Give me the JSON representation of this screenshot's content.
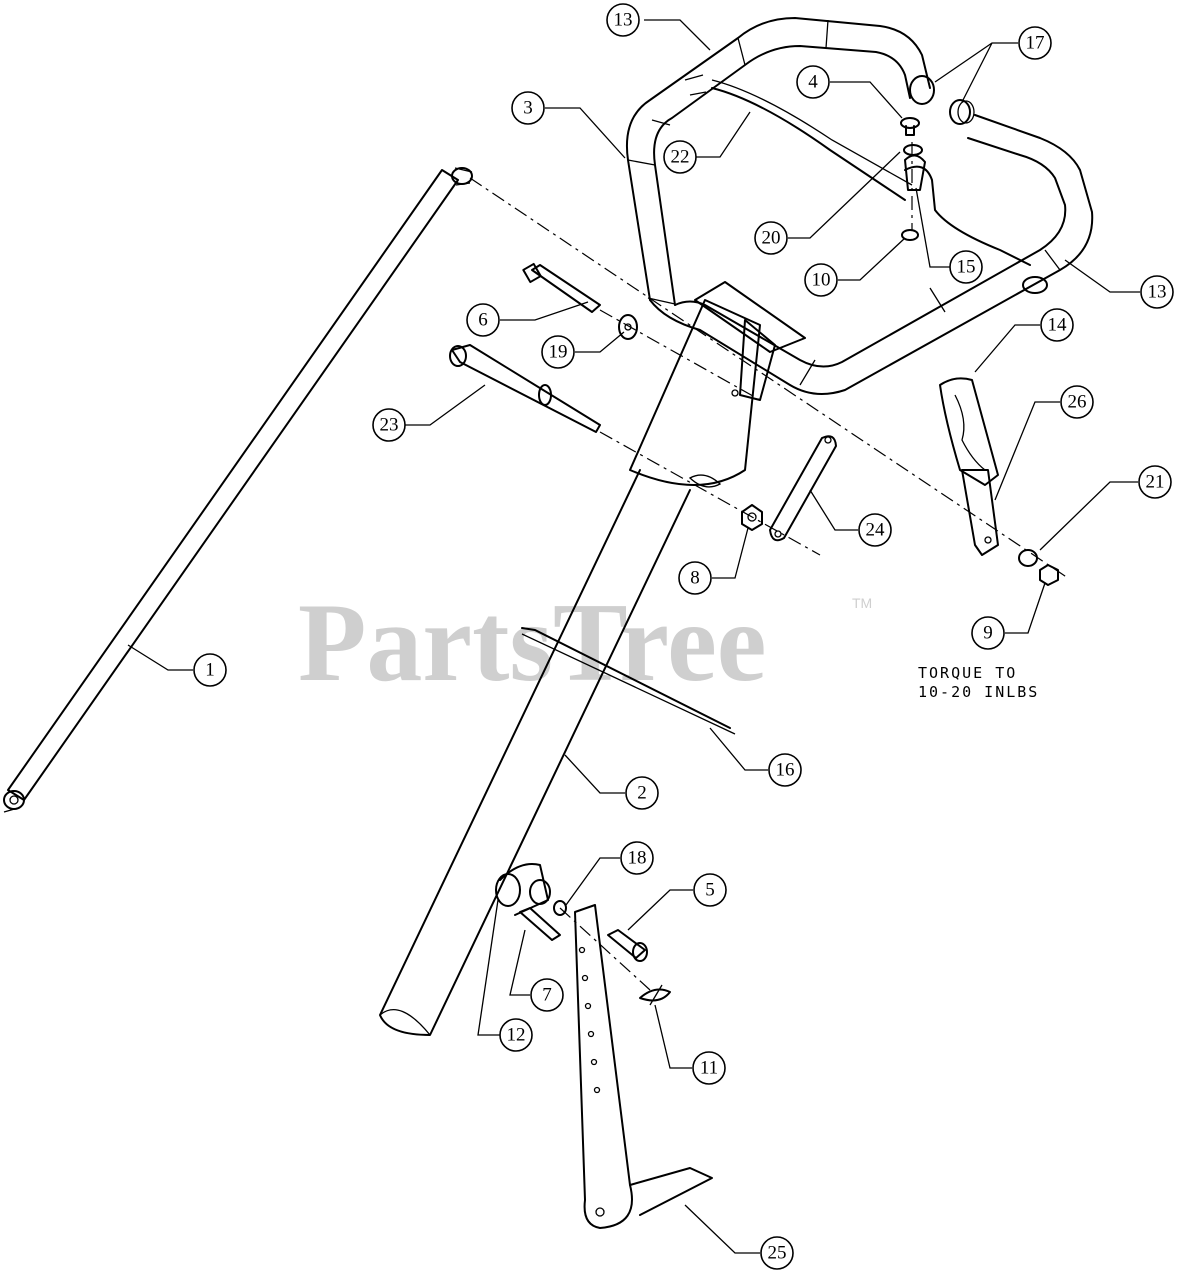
{
  "watermark": {
    "text": "PartsTree",
    "trademark": "TM"
  },
  "note": {
    "line1": "TORQUE TO",
    "line2": "10-20 INLBS"
  },
  "callouts": [
    {
      "id": "c13a",
      "label": "13"
    },
    {
      "id": "c17",
      "label": "17"
    },
    {
      "id": "c4",
      "label": "4"
    },
    {
      "id": "c3",
      "label": "3"
    },
    {
      "id": "c22",
      "label": "22"
    },
    {
      "id": "c20",
      "label": "20"
    },
    {
      "id": "c10",
      "label": "10"
    },
    {
      "id": "c15",
      "label": "15"
    },
    {
      "id": "c13b",
      "label": "13"
    },
    {
      "id": "c6",
      "label": "6"
    },
    {
      "id": "c19",
      "label": "19"
    },
    {
      "id": "c14",
      "label": "14"
    },
    {
      "id": "c23",
      "label": "23"
    },
    {
      "id": "c26",
      "label": "26"
    },
    {
      "id": "c24",
      "label": "24"
    },
    {
      "id": "c21",
      "label": "21"
    },
    {
      "id": "c8",
      "label": "8"
    },
    {
      "id": "c9",
      "label": "9"
    },
    {
      "id": "c1",
      "label": "1"
    },
    {
      "id": "c16",
      "label": "16"
    },
    {
      "id": "c2",
      "label": "2"
    },
    {
      "id": "c18",
      "label": "18"
    },
    {
      "id": "c5",
      "label": "5"
    },
    {
      "id": "c7",
      "label": "7"
    },
    {
      "id": "c12",
      "label": "12"
    },
    {
      "id": "c11",
      "label": "11"
    },
    {
      "id": "c25",
      "label": "25"
    }
  ]
}
